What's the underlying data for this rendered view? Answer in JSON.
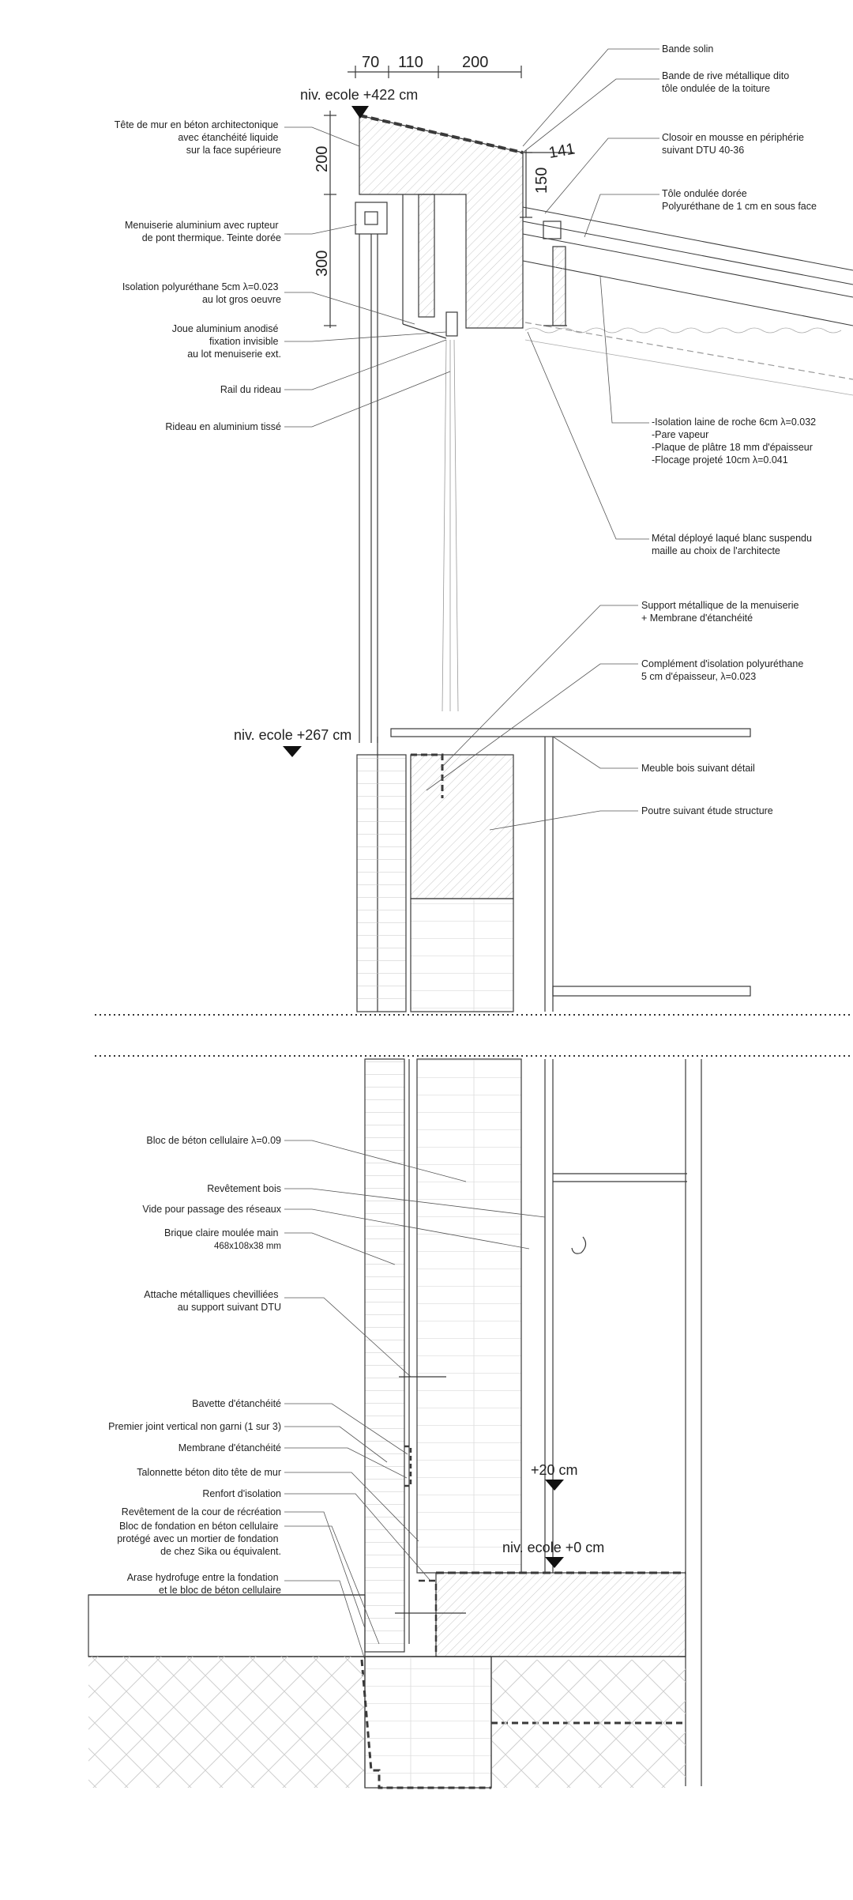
{
  "dimensions": {
    "top_70": "70",
    "top_110": "110",
    "top_200": "200",
    "left_200": "200",
    "left_300": "300",
    "right_150": "150",
    "right_141": "141"
  },
  "levels": {
    "top": "niv. ecole +422 cm",
    "mid": "niv. ecole +267 cm",
    "plus20": "+20 cm",
    "zero": "niv. ecole +0 cm"
  },
  "left_notes": {
    "tete_mur": [
      "Tête de mur en béton architectonique",
      "avec étanchéité liquide",
      "sur la face supérieure"
    ],
    "menuiserie": [
      "Menuiserie aluminium avec rupteur",
      "de pont thermique. Teinte dorée"
    ],
    "isolation_poly": [
      "Isolation polyuréthane 5cm λ=0.023",
      "au lot gros oeuvre"
    ],
    "joue": [
      "Joue aluminium anodisé",
      "fixation invisible",
      "au lot menuiserie ext."
    ],
    "rail": [
      "Rail du rideau"
    ],
    "rideau": [
      "Rideau en aluminium tissé"
    ],
    "bloc_beton": [
      "Bloc de béton cellulaire λ=0.09"
    ],
    "revetement_bois": [
      "Revêtement bois"
    ],
    "vide": [
      "Vide pour passage des réseaux"
    ],
    "brique": [
      "Brique claire moulée main",
      "468x108x38 mm"
    ],
    "attache": [
      "Attache métalliques chevilliées",
      "au support suivant DTU"
    ],
    "bavette": [
      "Bavette d'étanchéité"
    ],
    "premier_joint": [
      "Premier joint vertical non garni (1 sur 3)"
    ],
    "membrane": [
      "Membrane d'étanchéité"
    ],
    "talonnette": [
      "Talonnette béton dito tête de mur"
    ],
    "renfort": [
      "Renfort d'isolation"
    ],
    "revetement_cour": [
      "Revêtement de la cour de récréation"
    ],
    "bloc_fondation": [
      "Bloc de fondation en béton cellulaire",
      "protégé avec un mortier de fondation",
      "de chez Sika ou équivalent."
    ],
    "arase": [
      "Arase hydrofuge entre la fondation",
      "et le bloc de béton cellulaire"
    ]
  },
  "right_notes": {
    "bande_solin": [
      "Bande solin"
    ],
    "bande_rive": [
      "Bande de rive métallique dito",
      "tôle ondulée de la toiture"
    ],
    "closoir": [
      "Closoir en mousse en périphérie",
      "suivant DTU 40-36"
    ],
    "tole": [
      "Tôle ondulée dorée",
      "Polyuréthane de 1 cm en sous face"
    ],
    "isolation_laine": [
      "-Isolation laine de roche 6cm λ=0.032",
      "-Pare vapeur",
      "-Plaque de plâtre 18 mm d'épaisseur",
      "-Flocage projeté 10cm λ=0.041"
    ],
    "metal_deploye": [
      "Métal déployé laqué blanc suspendu",
      "maille au choix de l'architecte"
    ],
    "support_metal": [
      "Support métallique de la menuiserie",
      "+ Membrane d'étanchéité"
    ],
    "complement": [
      "Complément d'isolation polyuréthane",
      "5 cm d'épaisseur, λ=0.023"
    ],
    "meuble": [
      "Meuble bois suivant détail"
    ],
    "poutre": [
      "Poutre suivant étude structure"
    ]
  },
  "colors": {
    "line": "#3a3a3a",
    "hatch": "#bdbdbd",
    "bg": "#ffffff"
  }
}
